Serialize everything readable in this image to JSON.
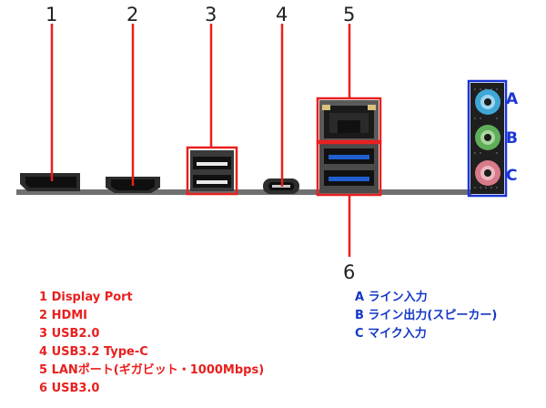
{
  "callouts": {
    "n1": "1",
    "n2": "2",
    "n3": "3",
    "n4": "4",
    "n5": "5",
    "n6": "6"
  },
  "audio": {
    "a": "A",
    "b": "B",
    "c": "C"
  },
  "legend_ports": [
    "1 Display Port",
    "2 HDMI",
    "3 USB2.0",
    "4 USB3.2 Type-C",
    "5 LANポート(ギガビット・1000Mbps)",
    "6 USB3.0"
  ],
  "legend_audio": [
    "A ライン入力",
    "B ライン出力(スピーカー)",
    "C マイク入力"
  ],
  "colors": {
    "highlight_red": "#e8201e",
    "highlight_blue": "#1a36d6",
    "usb3_blue": "#1f5fd0",
    "audio_blue": "#3fa7d6",
    "audio_green": "#5fae5a",
    "audio_pink": "#d77a8a"
  }
}
